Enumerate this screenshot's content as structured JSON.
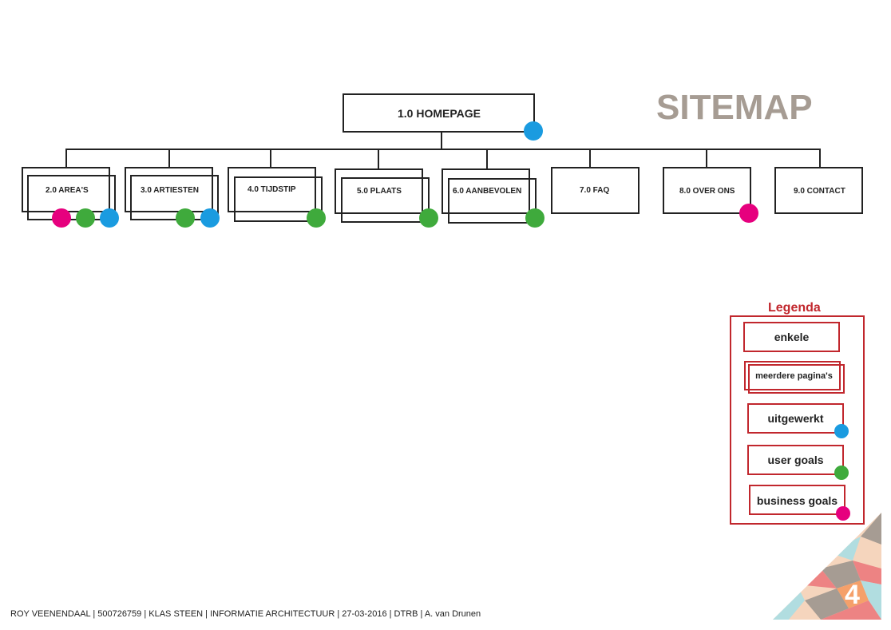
{
  "title": "SITEMAP",
  "colors": {
    "uitgewerkt": "#1a9be0",
    "user_goals": "#3faa3c",
    "business_goals": "#e6007e",
    "legend": "#c1272d",
    "title": "#a69c93"
  },
  "root": {
    "label": "1.0 HOMEPAGE",
    "markers": [
      "uitgewerkt"
    ]
  },
  "pages": [
    {
      "label": "2.0 AREA'S",
      "multiple": true,
      "markers": [
        "business_goals",
        "user_goals",
        "uitgewerkt"
      ]
    },
    {
      "label": "3.0 ARTIESTEN",
      "multiple": true,
      "markers": [
        "user_goals",
        "uitgewerkt"
      ]
    },
    {
      "label": "4.0 TIJDSTIP",
      "multiple": true,
      "markers": [
        "user_goals"
      ]
    },
    {
      "label": "5.0 PLAATS",
      "multiple": true,
      "markers": [
        "user_goals"
      ]
    },
    {
      "label": "6.0 AANBEVOLEN",
      "multiple": true,
      "markers": [
        "user_goals"
      ]
    },
    {
      "label": "7.0 FAQ",
      "multiple": false,
      "markers": []
    },
    {
      "label": "8.0 OVER ONS",
      "multiple": false,
      "markers": [
        "business_goals"
      ]
    },
    {
      "label": "9.0 CONTACT",
      "multiple": false,
      "markers": []
    }
  ],
  "legend": {
    "title": "Legenda",
    "items": [
      {
        "label": "enkele",
        "type": "single"
      },
      {
        "label": "meerdere pagina's",
        "type": "multiple"
      },
      {
        "label": "uitgewerkt",
        "type": "uitgewerkt"
      },
      {
        "label": "user goals",
        "type": "user_goals"
      },
      {
        "label": "business goals",
        "type": "business_goals"
      }
    ]
  },
  "footer": "ROY VEENENDAAL | 500726759 | KLAS STEEN | INFORMATIE ARCHITECTUUR | 27-03-2016 | DTRB | A. van Drunen",
  "page_number": "4"
}
